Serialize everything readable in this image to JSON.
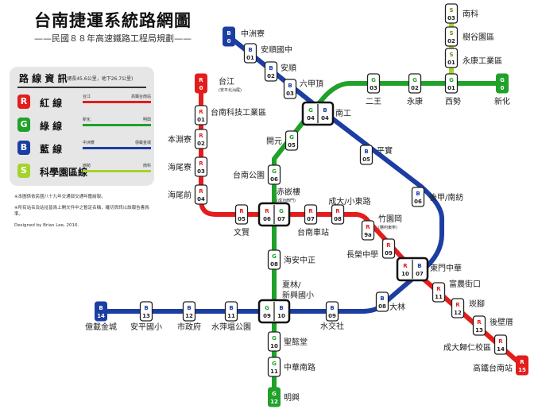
{
  "title": "台南捷運系統路網圖",
  "subtitle": "——民國８８年高速鐵路工程局規劃——",
  "info": {
    "heading": "路 線 資 訊",
    "note": "(總長45.6公里，地下26.7公里)",
    "legend": [
      {
        "code": "R",
        "name": "紅 線",
        "from": "台江",
        "to": "高鐵台南站",
        "color": "#e31c1c"
      },
      {
        "code": "G",
        "name": "綠 線",
        "from": "新化",
        "to": "明興",
        "color": "#1fa12a"
      },
      {
        "code": "B",
        "name": "藍 線",
        "from": "中洲寮",
        "to": "億載金城",
        "color": "#1c3ea3"
      },
      {
        "code": "S",
        "name": "科學園區線",
        "from": "西勢",
        "to": "南科",
        "color": "#a6d32b"
      }
    ]
  },
  "notes": [
    "※本圖係依民國八十九年交通部交通年鑑繪製。",
    "※所有站名及站址皆爲上開文件中之暫定名稱，確切資訊以該報告書爲準。"
  ],
  "credit": "Designed by Brian Lee, 2016.",
  "colors": {
    "R": "#e31c1c",
    "G": "#1fa12a",
    "B": "#1c3ea3",
    "S": "#a6d32b"
  },
  "stations": [
    {
      "id": "r0",
      "line": "R",
      "code": "0",
      "name": "台江",
      "sub": "(安平北汕尾)"
    },
    {
      "id": "r1",
      "line": "R",
      "code": "01",
      "name": "台南科技工業區"
    },
    {
      "id": "r2",
      "line": "R",
      "code": "02",
      "name": "本淵寮"
    },
    {
      "id": "r3",
      "line": "R",
      "code": "03",
      "name": "海尾寮"
    },
    {
      "id": "r4",
      "line": "R",
      "code": "04",
      "name": "海尾前"
    },
    {
      "id": "r5",
      "line": "R",
      "code": "05",
      "name": "文賢"
    },
    {
      "id": "r7",
      "line": "R",
      "code": "07",
      "name": "台南車站"
    },
    {
      "id": "r8",
      "line": "R",
      "code": "08",
      "name": "成大/小東路"
    },
    {
      "id": "r9a",
      "line": "R",
      "code": "9a",
      "name": "竹園岡",
      "sub": "(勝利東寧)"
    },
    {
      "id": "r9",
      "line": "R",
      "code": "09",
      "name": "長榮中學"
    },
    {
      "id": "r11",
      "line": "R",
      "code": "11",
      "name": "富農街口"
    },
    {
      "id": "r12",
      "line": "R",
      "code": "12",
      "name": "崁腳"
    },
    {
      "id": "r13",
      "line": "R",
      "code": "13",
      "name": "後壁厝"
    },
    {
      "id": "r14",
      "line": "R",
      "code": "14",
      "name": "成大歸仁校區"
    },
    {
      "id": "r15",
      "line": "R",
      "code": "15",
      "name": "高鐵台南站"
    },
    {
      "id": "g0",
      "line": "G",
      "code": "0",
      "name": "新化"
    },
    {
      "id": "g1",
      "line": "G",
      "code": "01",
      "name": "西勢"
    },
    {
      "id": "g2",
      "line": "G",
      "code": "02",
      "name": "永康"
    },
    {
      "id": "g3",
      "line": "G",
      "code": "03",
      "name": "二王"
    },
    {
      "id": "g5",
      "line": "G",
      "code": "05",
      "name": "開元"
    },
    {
      "id": "g6",
      "line": "G",
      "code": "06",
      "name": "台南公園"
    },
    {
      "id": "g8",
      "line": "G",
      "code": "08",
      "name": "海安中正"
    },
    {
      "id": "g10",
      "line": "G",
      "code": "10",
      "name": "聖懿堂"
    },
    {
      "id": "g11",
      "line": "G",
      "code": "11",
      "name": "中華南路"
    },
    {
      "id": "g12",
      "line": "G",
      "code": "12",
      "name": "明興"
    },
    {
      "id": "b0",
      "line": "B",
      "code": "0",
      "name": "中洲寮"
    },
    {
      "id": "b1",
      "line": "B",
      "code": "01",
      "name": "安順國中"
    },
    {
      "id": "b2",
      "line": "B",
      "code": "02",
      "name": "安順"
    },
    {
      "id": "b3",
      "line": "B",
      "code": "03",
      "name": "六甲頂"
    },
    {
      "id": "b5",
      "line": "B",
      "code": "05",
      "name": "平實"
    },
    {
      "id": "b6",
      "line": "B",
      "code": "06",
      "name": "後甲/南紡"
    },
    {
      "id": "b8",
      "line": "B",
      "code": "08",
      "name": "大林"
    },
    {
      "id": "b9",
      "line": "B",
      "code": "09",
      "name": "水交社"
    },
    {
      "id": "b11",
      "line": "B",
      "code": "11",
      "name": "水萍塭公園"
    },
    {
      "id": "b12",
      "line": "B",
      "code": "12",
      "name": "市政府"
    },
    {
      "id": "b13",
      "line": "B",
      "code": "13",
      "name": "安平國小"
    },
    {
      "id": "b14",
      "line": "B",
      "code": "14",
      "name": "億載金城"
    },
    {
      "id": "s1",
      "line": "S",
      "code": "01",
      "name": "永康工業區"
    },
    {
      "id": "s2",
      "line": "S",
      "code": "02",
      "name": "樹谷園區"
    },
    {
      "id": "s3",
      "line": "S",
      "code": "03",
      "name": "南科"
    }
  ],
  "interchanges": [
    {
      "id": "x1",
      "name": "南工",
      "parts": [
        {
          "line": "G",
          "code": "04"
        },
        {
          "line": "B",
          "code": "04"
        }
      ]
    },
    {
      "id": "x2",
      "name": "赤嵌樓",
      "sub": "(成功西門)",
      "parts": [
        {
          "line": "R",
          "code": "06"
        },
        {
          "line": "G",
          "code": "07"
        }
      ]
    },
    {
      "id": "x3",
      "name": "東門中華",
      "parts": [
        {
          "line": "R",
          "code": "10"
        },
        {
          "line": "B",
          "code": "07"
        }
      ]
    },
    {
      "id": "x4",
      "name": "夏林/新興國小",
      "parts": [
        {
          "line": "G",
          "code": "09"
        },
        {
          "line": "B",
          "code": "10"
        }
      ]
    }
  ]
}
